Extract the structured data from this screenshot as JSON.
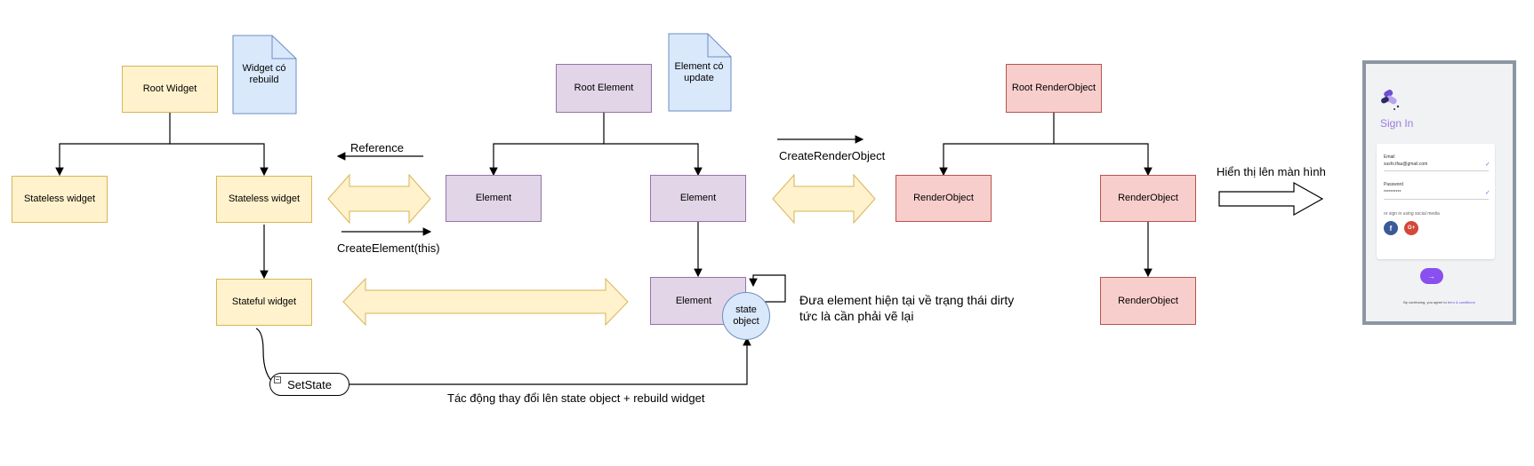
{
  "nodes": {
    "root_widget": "Root Widget",
    "stateless_left": "Stateless widget",
    "stateless_mid": "Stateless widget",
    "stateful": "Stateful widget",
    "root_element": "Root Element",
    "element_left": "Element",
    "element_mid": "Element",
    "element_bottom": "Element",
    "state_object": "state object",
    "root_renderobject": "Root RenderObject",
    "renderobject_left": "RenderObject",
    "renderobject_right": "RenderObject",
    "renderobject_bottom": "RenderObject"
  },
  "notes": {
    "widget_rebuild": "Widget có rebuild",
    "element_update": "Element có update"
  },
  "labels": {
    "reference": "Reference",
    "create_element": "CreateElement(this)",
    "create_render_object": "CreateRenderObject",
    "display_on_screen": "Hiển thị lên màn hình",
    "dirty_line1": "Đưa element hiện tại về trạng thái dirty",
    "dirty_line2": "tức là cần phải vẽ lại",
    "set_state": "SetState",
    "set_state_effect": "Tác động thay đổi lên state object + rebuild widget"
  },
  "phone": {
    "title": "Sign In",
    "email_label": "Email",
    "email_value": "sushi.tfau@gmail.com",
    "password_label": "Password",
    "password_value": "**********",
    "social_text": "or sign in using social media",
    "facebook_glyph": "f",
    "google_glyph": "G+",
    "button_glyph": "→",
    "footer_text": "By continuing, you agree to",
    "footer_link": "term & conditions",
    "accent_color": "#8a4ff0"
  },
  "colors": {
    "widget_fill": "#fff2cc",
    "element_fill": "#e1d5e7",
    "render_fill": "#f8cecc",
    "note_fill": "#dae8fc"
  }
}
